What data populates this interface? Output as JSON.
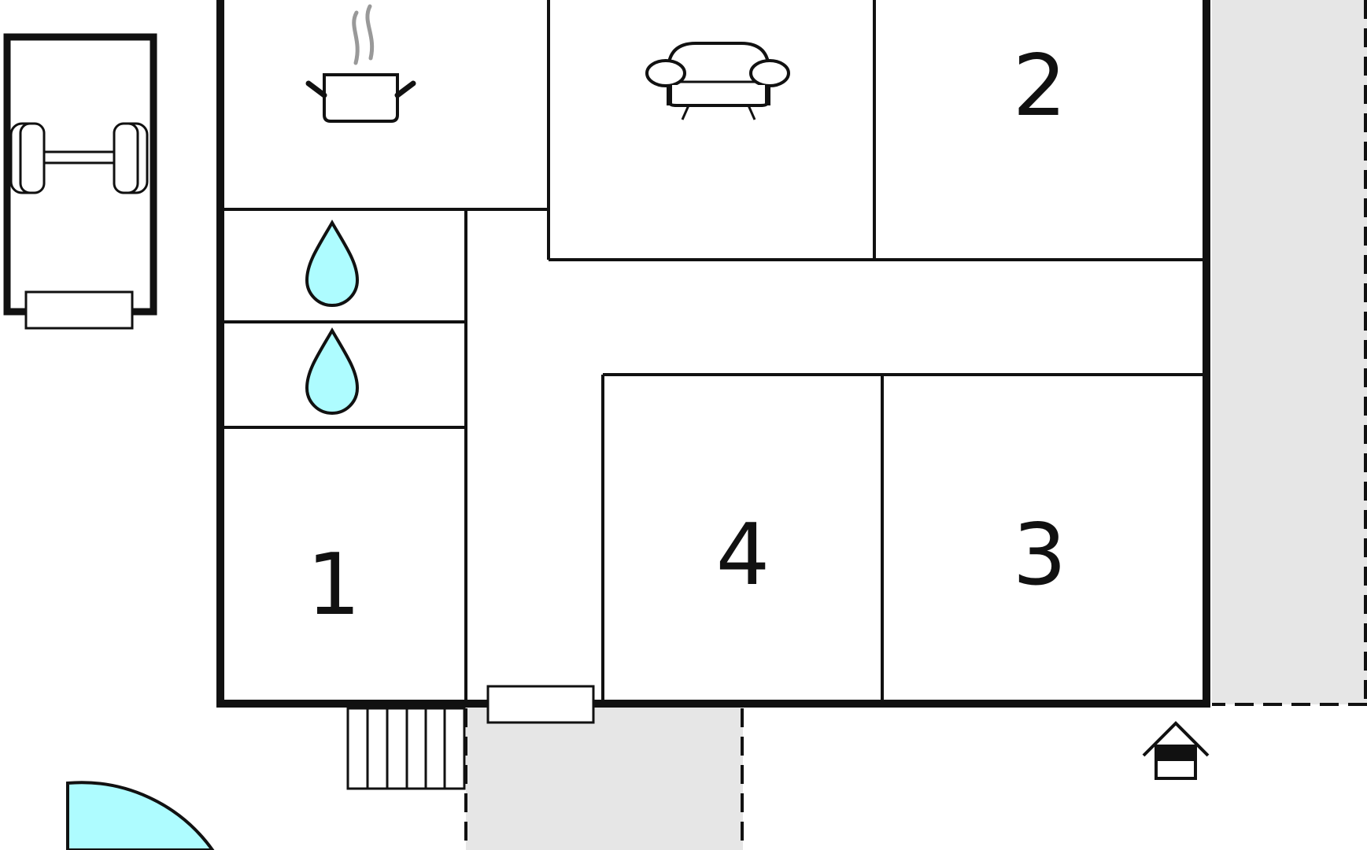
{
  "colors": {
    "wall": "#111111",
    "water": "#aefcff",
    "terrace": "#e6e6e6",
    "steam": "#999999",
    "background": "#ffffff"
  },
  "rooms": {
    "bedroom_1": {
      "label": "1",
      "type": "bedroom"
    },
    "bedroom_2": {
      "label": "2",
      "type": "bedroom"
    },
    "bedroom_3": {
      "label": "3",
      "type": "bedroom"
    },
    "bedroom_4": {
      "label": "4",
      "type": "bedroom"
    },
    "kitchen": {
      "type": "kitchen",
      "icon": "cooking-pot-icon"
    },
    "living_room": {
      "type": "living room",
      "icon": "sofa-icon"
    },
    "bathroom_1": {
      "type": "bathroom",
      "icon": "water-drop-icon"
    },
    "bathroom_2": {
      "type": "bathroom",
      "icon": "water-drop-icon"
    }
  },
  "exterior": {
    "carport_icon": "car-icon",
    "entrance_icon": "house-entrance-icon",
    "pool_icon": "pool-icon",
    "terraces": 2,
    "steps": 1
  }
}
